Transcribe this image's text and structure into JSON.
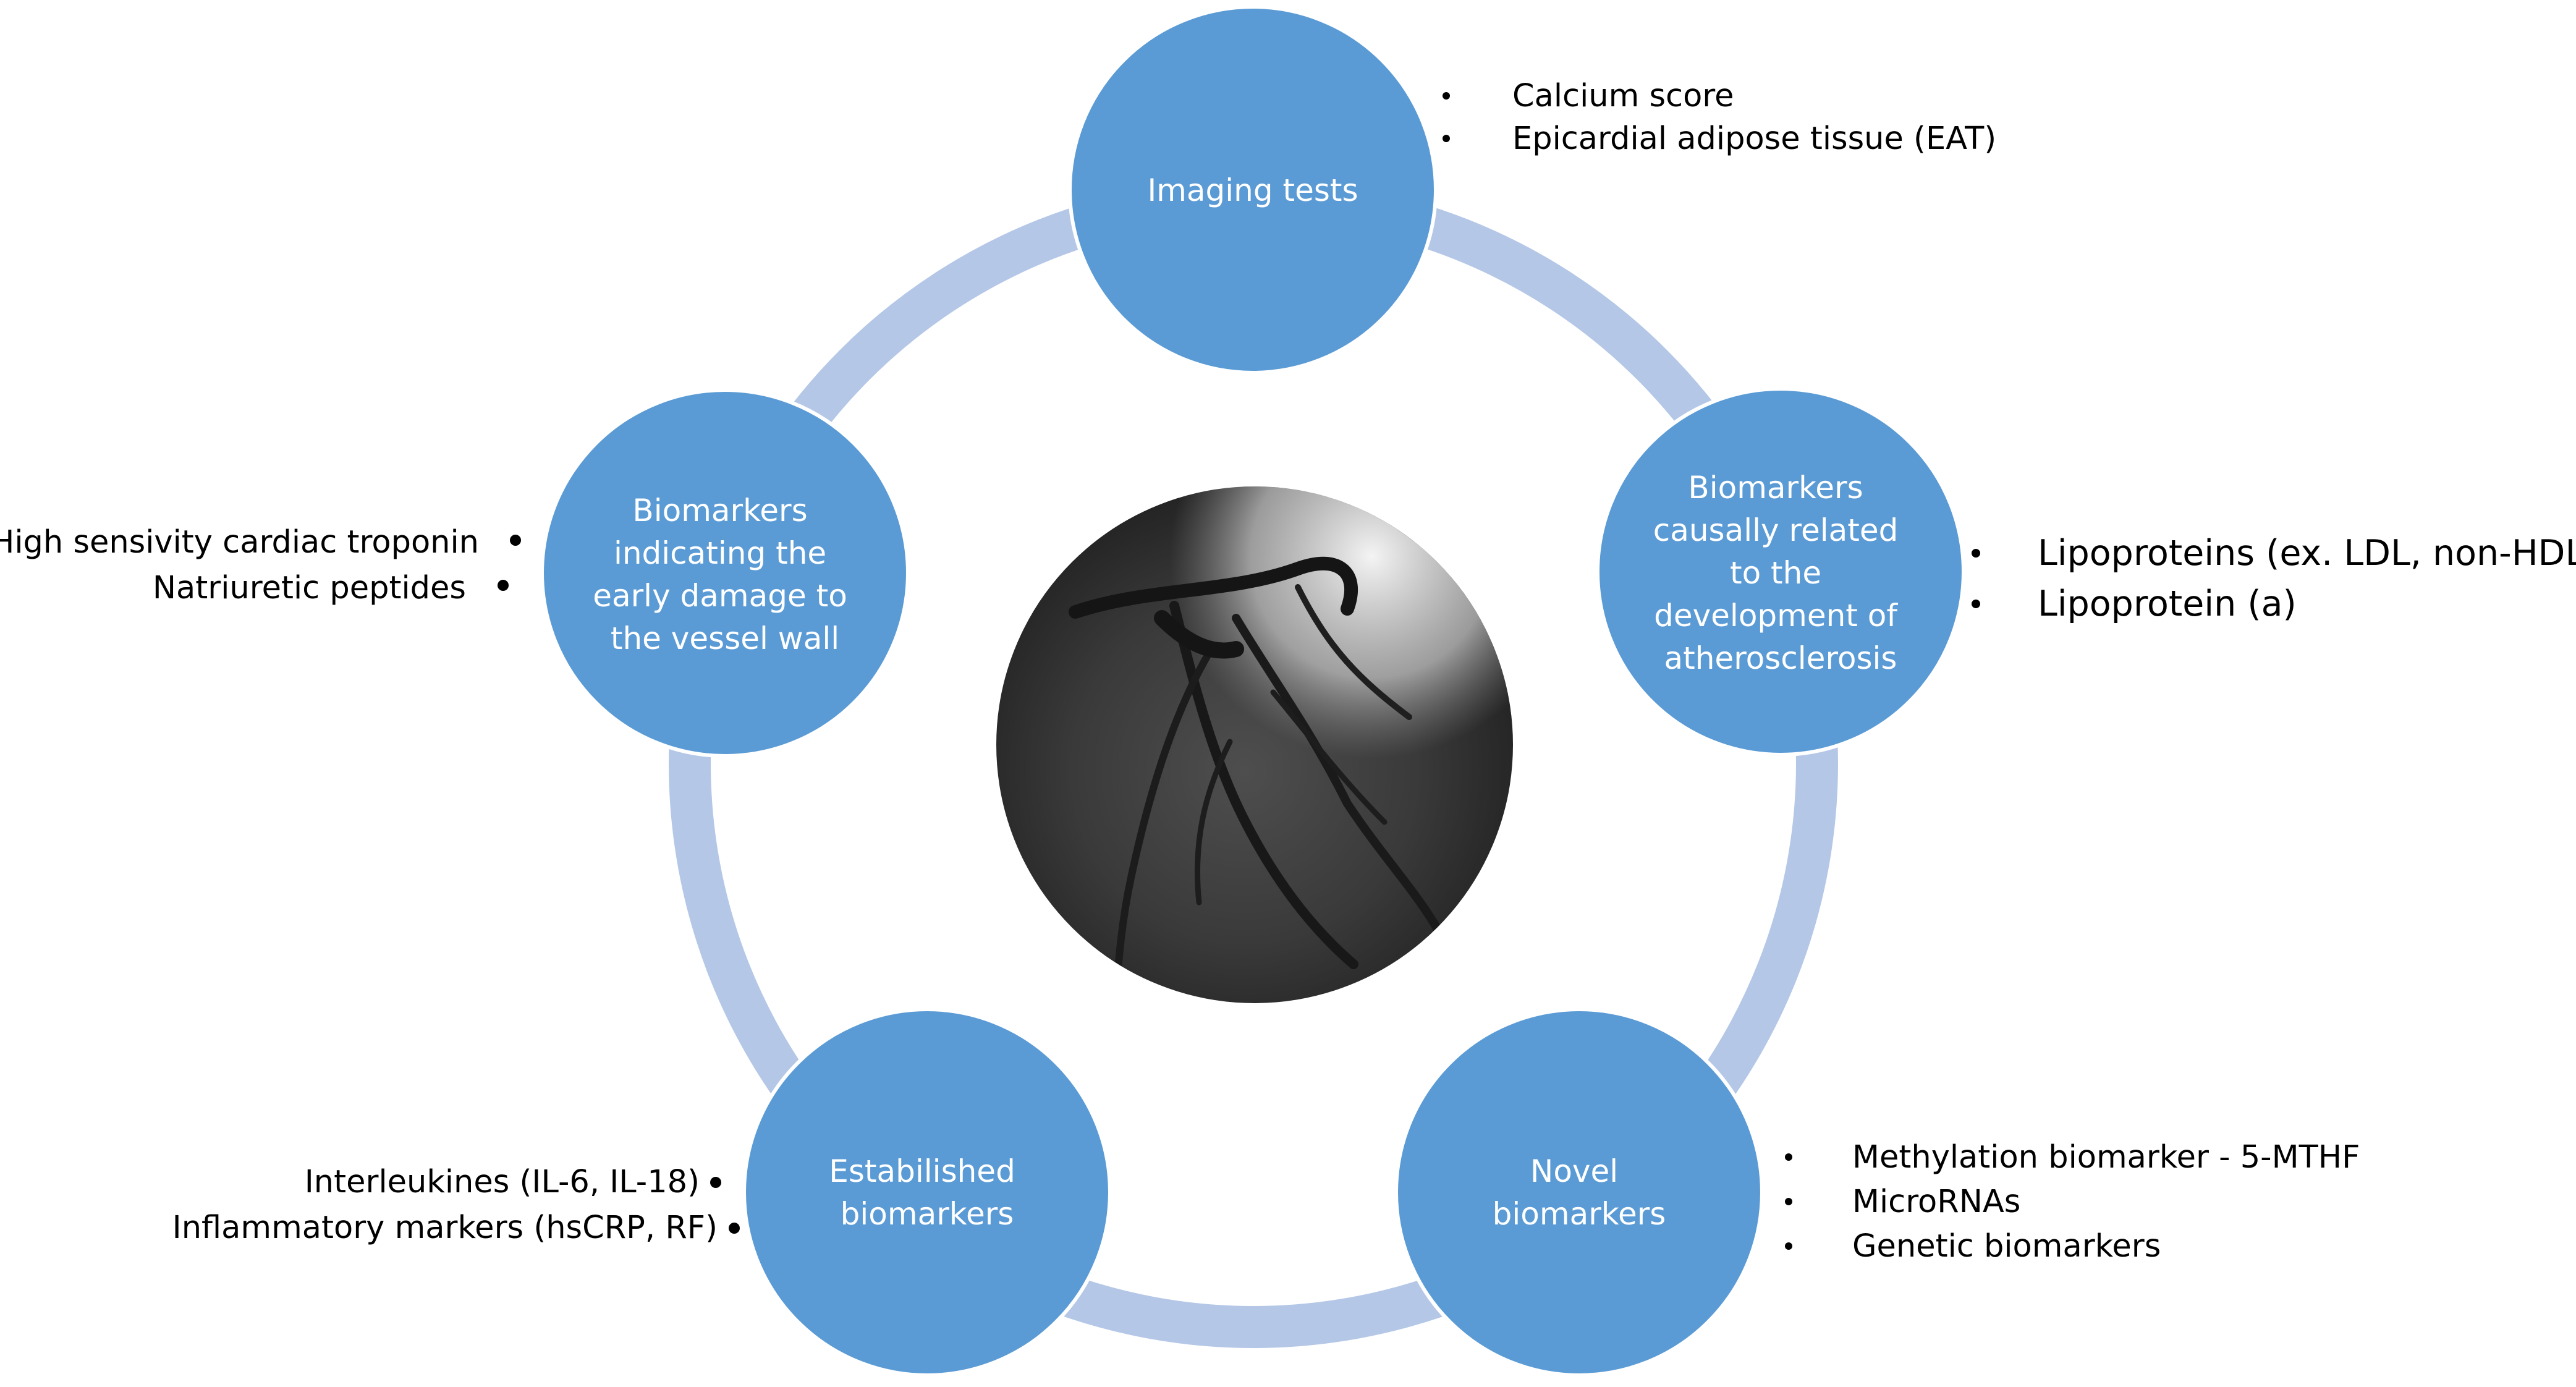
{
  "colors": {
    "node_fill": "#5b9bd5",
    "node_stroke": "#ffffff",
    "ring": "#b4c7e7",
    "text_light": "#ffffff",
    "text_dark": "#000000"
  },
  "center_image": {
    "icon": "coronary-angiogram-image"
  },
  "nodes": {
    "imaging": {
      "lines": [
        "Imaging tests"
      ],
      "bullets": [
        "Calcium score",
        "Epicardial adipose tissue (EAT)"
      ]
    },
    "causal": {
      "lines": [
        "Biomarkers",
        "causally related",
        "to the",
        "development of",
        "atherosclerosis"
      ],
      "bullets": [
        "Lipoproteins (ex. LDL, non-HDL)",
        "Lipoprotein (a)"
      ]
    },
    "novel": {
      "lines": [
        "Novel",
        "biomarkers"
      ],
      "bullets": [
        "Methylation biomarker - 5-MTHF",
        "MicroRNAs",
        "Genetic biomarkers"
      ]
    },
    "established": {
      "lines": [
        "Estabilished",
        "biomarkers"
      ],
      "bullets": [
        "Interleukines (IL-6, IL-18)",
        "Inflammatory markers (hsCRP, RF)"
      ]
    },
    "damage": {
      "lines": [
        "Biomarkers",
        "indicating the",
        "early damage to",
        "the vessel wall"
      ],
      "bullets": [
        "High sensivity cardiac troponin",
        "Natriuretic peptides"
      ]
    }
  }
}
